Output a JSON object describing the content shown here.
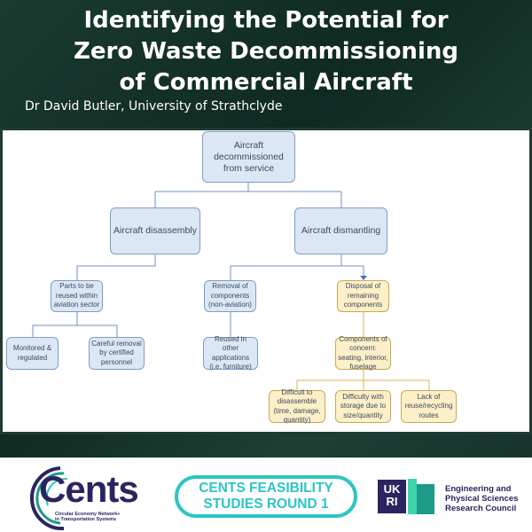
{
  "header": {
    "title_lines": [
      "Identifying the Potential for",
      "Zero Waste Decommissioning",
      "of Commercial Aircraft"
    ],
    "author": "Dr David Butler, University of Strathclyde"
  },
  "diagram": {
    "root": "Aircraft decommissioned from service",
    "disassembly": "Aircraft disassembly",
    "dismantling": "Aircraft dismantling",
    "parts": "Parts to be reused within aviation sector",
    "removal": "Removal of components (non-aviation)",
    "disposal": "Disposal of remaining components",
    "monitored": "Monitored & regulated",
    "careful": "Careful removal by certified personnel",
    "reused": "Reused in other applications (i.e. furniture)",
    "concern": "Components of concern: seating, interior, fuselage",
    "difficult": "Difficult to disassemble (time, damage, quantity)",
    "storage": "Difficulty with storage due to size/quantity",
    "lack": "Lack of reuse/recycling routes"
  },
  "footer": {
    "cents_logo": "Cents",
    "cents_sub1": "Circular Economy Network+",
    "cents_sub2": "in Transportation Systems",
    "round_line1": "CENTS FEASIBILITY",
    "round_line2": "STUDIES ROUND 1",
    "ukri_logo": "UK RI",
    "epsrc_lines": [
      "Engineering and",
      "Physical Sciences",
      "Research Council"
    ]
  },
  "colors": {
    "blue_box": "#dce7f5",
    "yellow_box": "#fdf0c8",
    "teal": "#2ec4c4",
    "navy": "#2a2460"
  }
}
